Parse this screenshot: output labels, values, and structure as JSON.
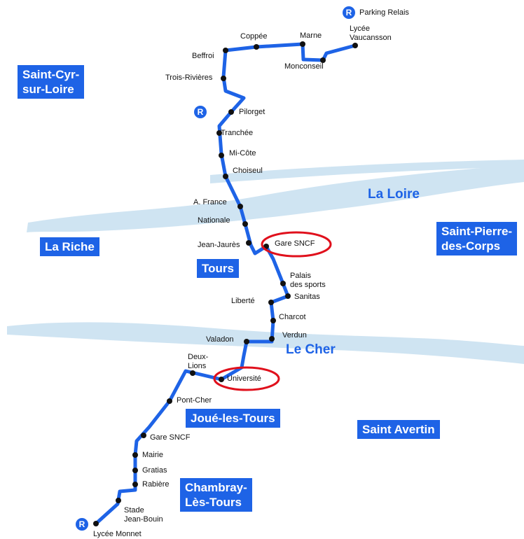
{
  "cities": {
    "saint_cyr": "Saint-Cyr-\nsur-Loire",
    "la_riche": "La Riche",
    "tours": "Tours",
    "saint_pierre": "Saint-Pierre-\ndes-Corps",
    "joue": "Joué-les-Tours",
    "saint_avertin": "Saint Avertin",
    "chambray": "Chambray-\nLès-Tours"
  },
  "rivers": {
    "loire": "La Loire",
    "cher": "Le Cher"
  },
  "park_ride": {
    "symbol": "R",
    "label": "Parking Relais"
  },
  "stops": {
    "vaucansson": "Lycée\nVaucansson",
    "marne": "Marne",
    "monconseil": "Monconseil",
    "coppee": "Coppée",
    "beffroi": "Beffroi",
    "trois_rivieres": "Trois-Rivières",
    "pilorget": "Pilorget",
    "tranchee": "Tranchée",
    "mi_cote": "Mi-Côte",
    "choiseul": "Choiseul",
    "a_france": "A. France",
    "nationale": "Nationale",
    "jean_jaures": "Jean-Jaurès",
    "gare_tours": "Gare SNCF",
    "palais": "Palais\ndes sports",
    "sanitas": "Sanitas",
    "liberte": "Liberté",
    "charcot": "Charcot",
    "verdun": "Verdun",
    "valadon": "Valadon",
    "deux_lions": "Deux-\nLions",
    "universite": "Université",
    "pont_cher": "Pont-Cher",
    "gare_joue": "Gare SNCF",
    "mairie": "Mairie",
    "gratias": "Gratias",
    "rabiere": "Rabière",
    "stade": "Stade\nJean-Bouin",
    "monnet": "Lycée Monnet"
  },
  "colors": {
    "line": "#1e63e6",
    "water": "#cfe4f2",
    "label_bg": "#1e63e6",
    "highlight": "#e0101c"
  },
  "highlighted_stops": [
    "Gare SNCF",
    "Université"
  ]
}
